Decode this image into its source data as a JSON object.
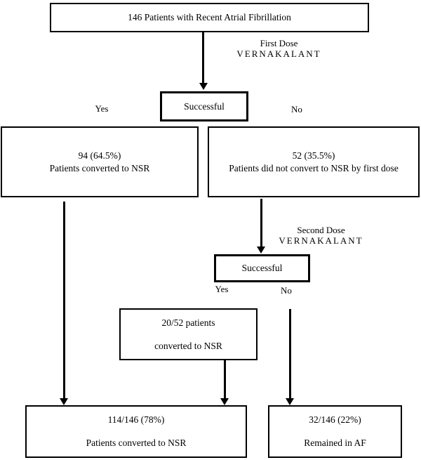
{
  "boxes": {
    "total": {
      "line1": "146 Patients with Recent Atrial Fibrillation"
    },
    "successful_first": {
      "label": "Successful"
    },
    "converted_first": {
      "line1": "94 (64.5%)",
      "line2": "Patients converted to NSR"
    },
    "not_converted_first": {
      "line1": "52 (35.5%)",
      "line2": "Patients did not convert to NSR by first dose"
    },
    "successful_second": {
      "label": "Successful"
    },
    "converted_second": {
      "line1": "20/52 patients",
      "line2": "converted to NSR"
    },
    "total_converted": {
      "line1": "114/146 (78%)",
      "line2": "Patients converted to NSR"
    },
    "remained_af": {
      "line1": "32/146 (22%)",
      "line2": "Remained in AF"
    }
  },
  "labels": {
    "first_dose": {
      "line1": "First Dose",
      "line2": "VERNAKALANT"
    },
    "second_dose": {
      "line1": "Second Dose",
      "line2": "VERNAKALANT"
    },
    "first_yes": "Yes",
    "first_no": "No",
    "second_yes": "Yes",
    "second_no": "No"
  },
  "colors": {
    "line": "#000000",
    "text": "#000000",
    "background": "#ffffff"
  }
}
